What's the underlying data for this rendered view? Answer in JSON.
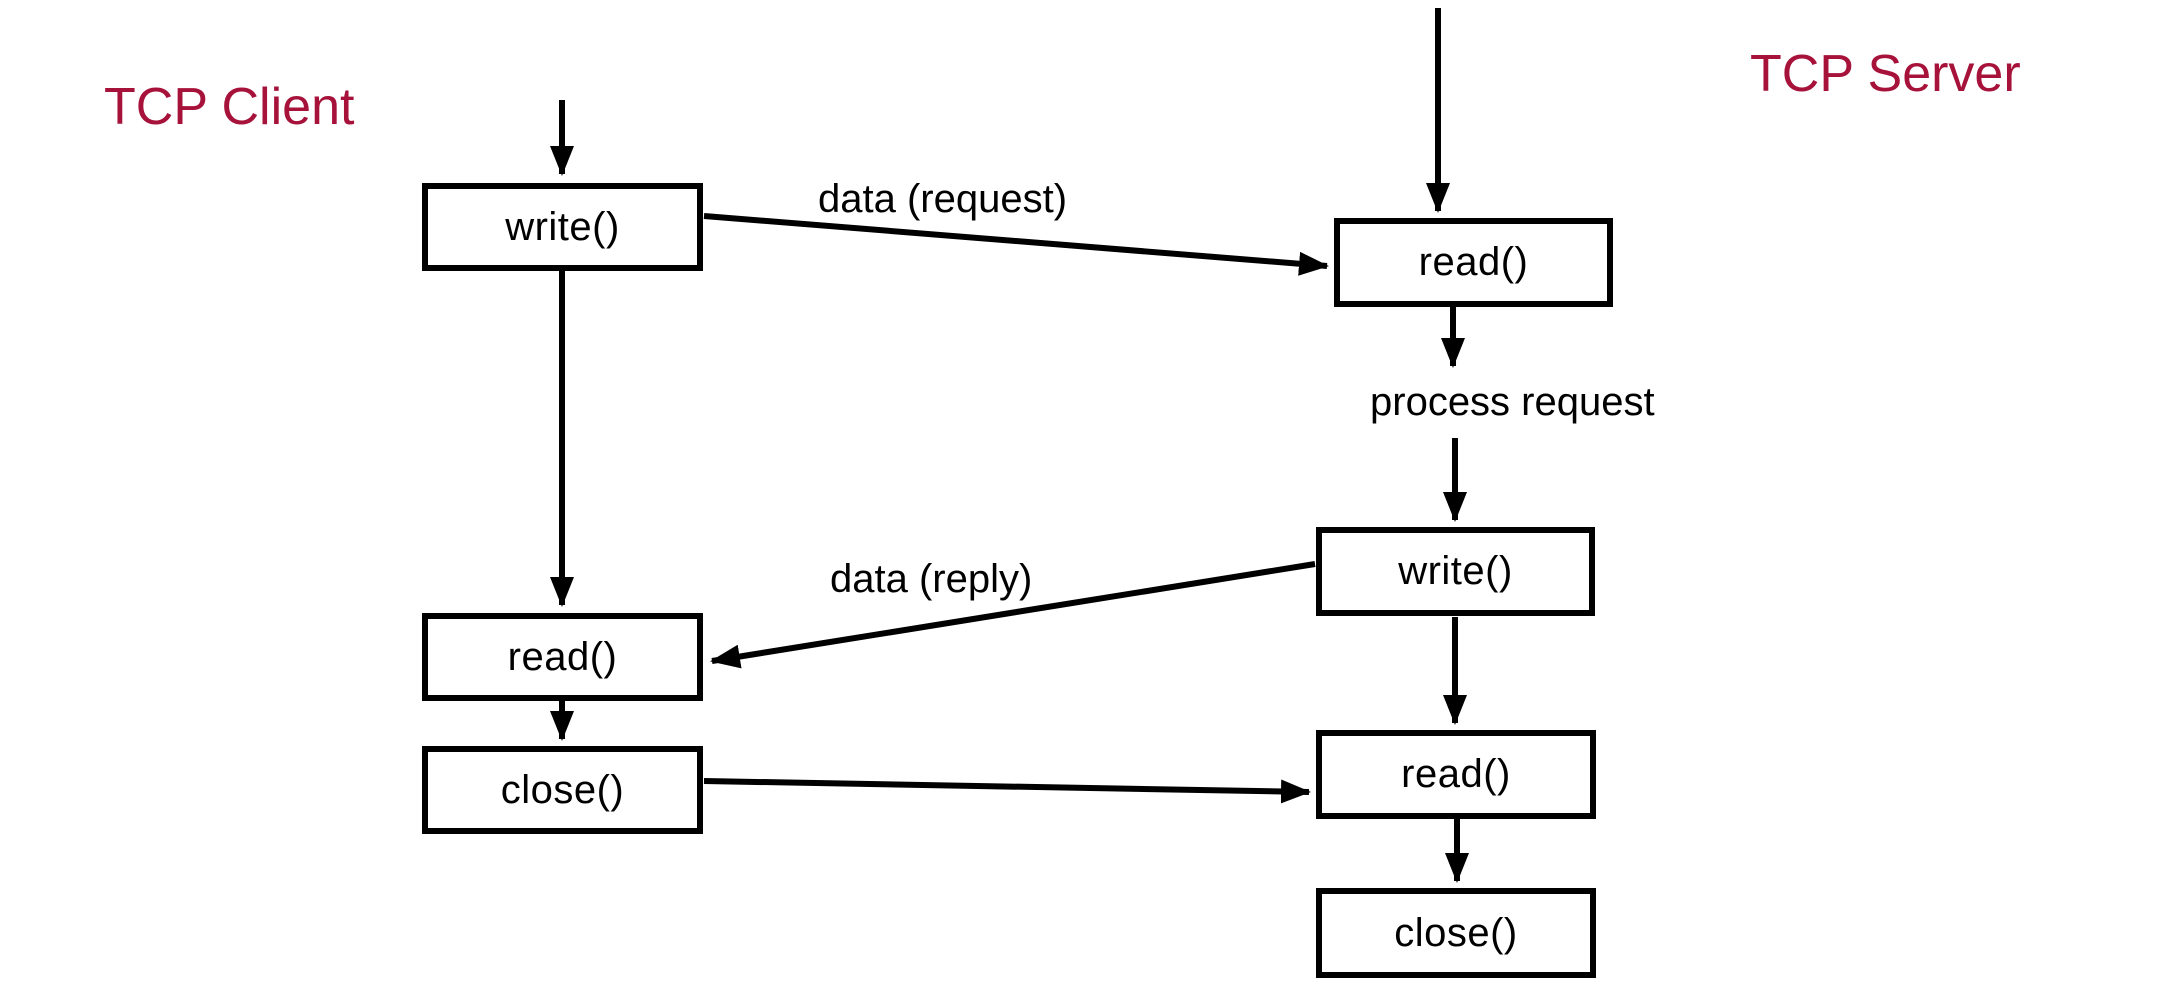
{
  "diagram": {
    "title_color": "#A6123A",
    "line_color": "#000000",
    "box_border_color": "#000000",
    "background": "#FFFFFF",
    "client": {
      "title": "TCP Client",
      "boxes": [
        {
          "id": "client-write",
          "label": "write()"
        },
        {
          "id": "client-read",
          "label": "read()"
        },
        {
          "id": "client-close",
          "label": "close()"
        }
      ]
    },
    "server": {
      "title": "TCP Server",
      "boxes": [
        {
          "id": "server-read-1",
          "label": "read()"
        },
        {
          "id": "server-write",
          "label": "write()"
        },
        {
          "id": "server-read-2",
          "label": "read()"
        },
        {
          "id": "server-close",
          "label": "close()"
        }
      ]
    },
    "edge_labels": {
      "request": "data (request)",
      "process": "process request",
      "reply": "data (reply)"
    }
  }
}
